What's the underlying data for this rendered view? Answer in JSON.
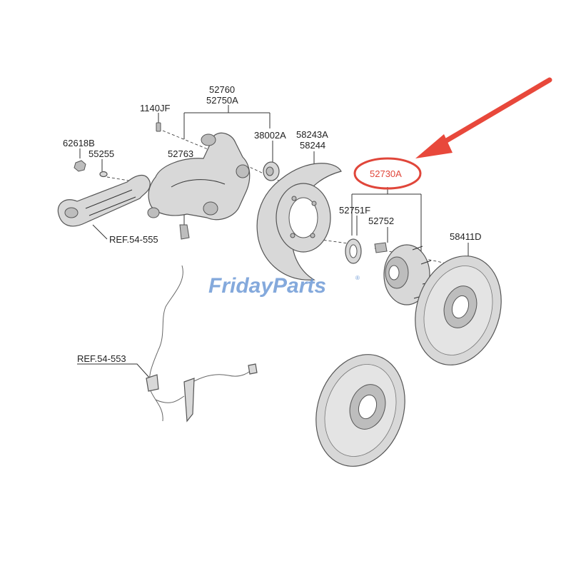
{
  "diagram": {
    "part_labels": {
      "p52760": "52760",
      "p52750A": "52750A",
      "p1140JF": "1140JF",
      "p62618B": "62618B",
      "p55255": "55255",
      "p52763": "52763",
      "p38002A": "38002A",
      "p58243A": "58243A",
      "p58244": "58244",
      "p52730A": "52730A",
      "p52751F": "52751F",
      "p52752": "52752",
      "p58411D": "58411D"
    },
    "references": {
      "ref_arm": "REF.54-555",
      "ref_sensor": "REF.54-553"
    },
    "watermark": {
      "text": "FridayParts",
      "mark": "®"
    },
    "colors": {
      "highlight": "#e0463a",
      "arrow": "#e8483b",
      "watermark": "#6f9bd6"
    }
  }
}
